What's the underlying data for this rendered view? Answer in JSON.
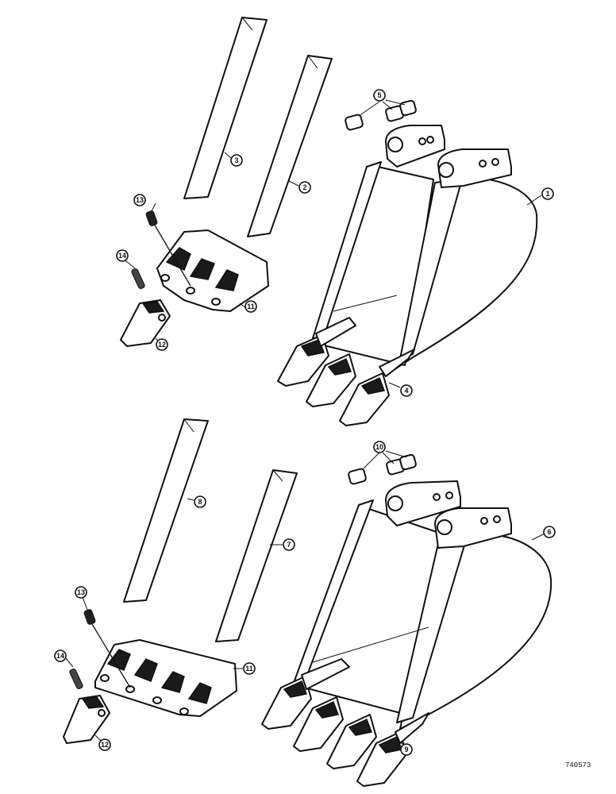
{
  "callouts": {
    "c1": "1",
    "c2": "2",
    "c3": "3",
    "c4": "4",
    "c5": "5",
    "c6": "6",
    "c7": "7",
    "c8": "8",
    "c9": "9",
    "c10": "10",
    "c11a": "11",
    "c12a": "12",
    "c13a": "13",
    "c14a": "14",
    "c11b": "11",
    "c12b": "12",
    "c13b": "13",
    "c14b": "14"
  },
  "figure_ref": "740573"
}
